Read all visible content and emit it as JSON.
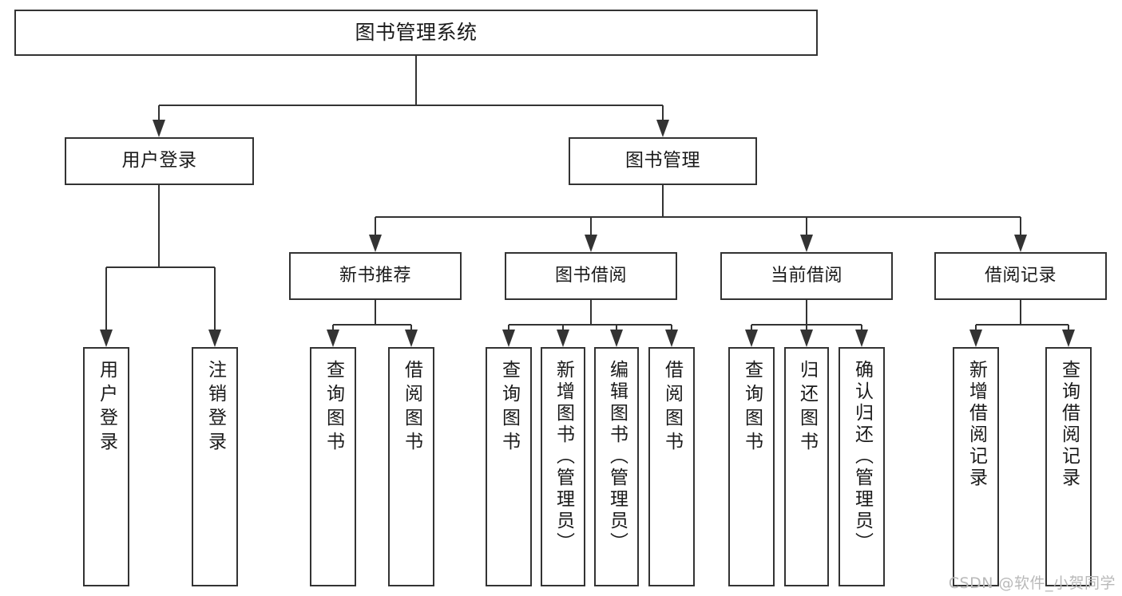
{
  "diagram": {
    "type": "tree-hierarchy",
    "title": "图书管理系统",
    "watermark": "CSDN @软件_小贺同学",
    "colors": {
      "stroke": "#333333",
      "fill": "#ffffff",
      "text": "#1a1a1a",
      "watermark": "#b9b9b9"
    },
    "root": {
      "id": "root",
      "label": "图书管理系统"
    },
    "level2": [
      {
        "id": "user-login",
        "label": "用户登录"
      },
      {
        "id": "book-management",
        "label": "图书管理"
      }
    ],
    "level3": [
      {
        "id": "new-book-recommend",
        "label": "新书推荐",
        "parent": "book-management"
      },
      {
        "id": "book-borrow",
        "label": "图书借阅",
        "parent": "book-management"
      },
      {
        "id": "current-borrow",
        "label": "当前借阅",
        "parent": "book-management"
      },
      {
        "id": "borrow-record",
        "label": "借阅记录",
        "parent": "book-management"
      }
    ],
    "leaves": [
      {
        "id": "leaf-user-login",
        "label": "用户登录",
        "parent": "user-login"
      },
      {
        "id": "leaf-user-logout",
        "label": "注销登录",
        "parent": "user-login"
      },
      {
        "id": "leaf-query-book-rec",
        "label": "查询图书",
        "parent": "new-book-recommend"
      },
      {
        "id": "leaf-borrow-book-rec",
        "label": "借阅图书",
        "parent": "new-book-recommend"
      },
      {
        "id": "leaf-query-book-borrow",
        "label": "查询图书",
        "parent": "book-borrow"
      },
      {
        "id": "leaf-add-book",
        "label": "新增图书（管理员）",
        "parent": "book-borrow"
      },
      {
        "id": "leaf-edit-book",
        "label": "编辑图书（管理员）",
        "parent": "book-borrow"
      },
      {
        "id": "leaf-borrow-book",
        "label": "借阅图书",
        "parent": "book-borrow"
      },
      {
        "id": "leaf-query-book-current",
        "label": "查询图书",
        "parent": "current-borrow"
      },
      {
        "id": "leaf-return-book",
        "label": "归还图书",
        "parent": "current-borrow"
      },
      {
        "id": "leaf-confirm-return",
        "label": "确认归还（管理员）",
        "parent": "current-borrow"
      },
      {
        "id": "leaf-add-record",
        "label": "新增借阅记录",
        "parent": "borrow-record"
      },
      {
        "id": "leaf-query-record",
        "label": "查询借阅记录",
        "parent": "borrow-record"
      }
    ]
  }
}
